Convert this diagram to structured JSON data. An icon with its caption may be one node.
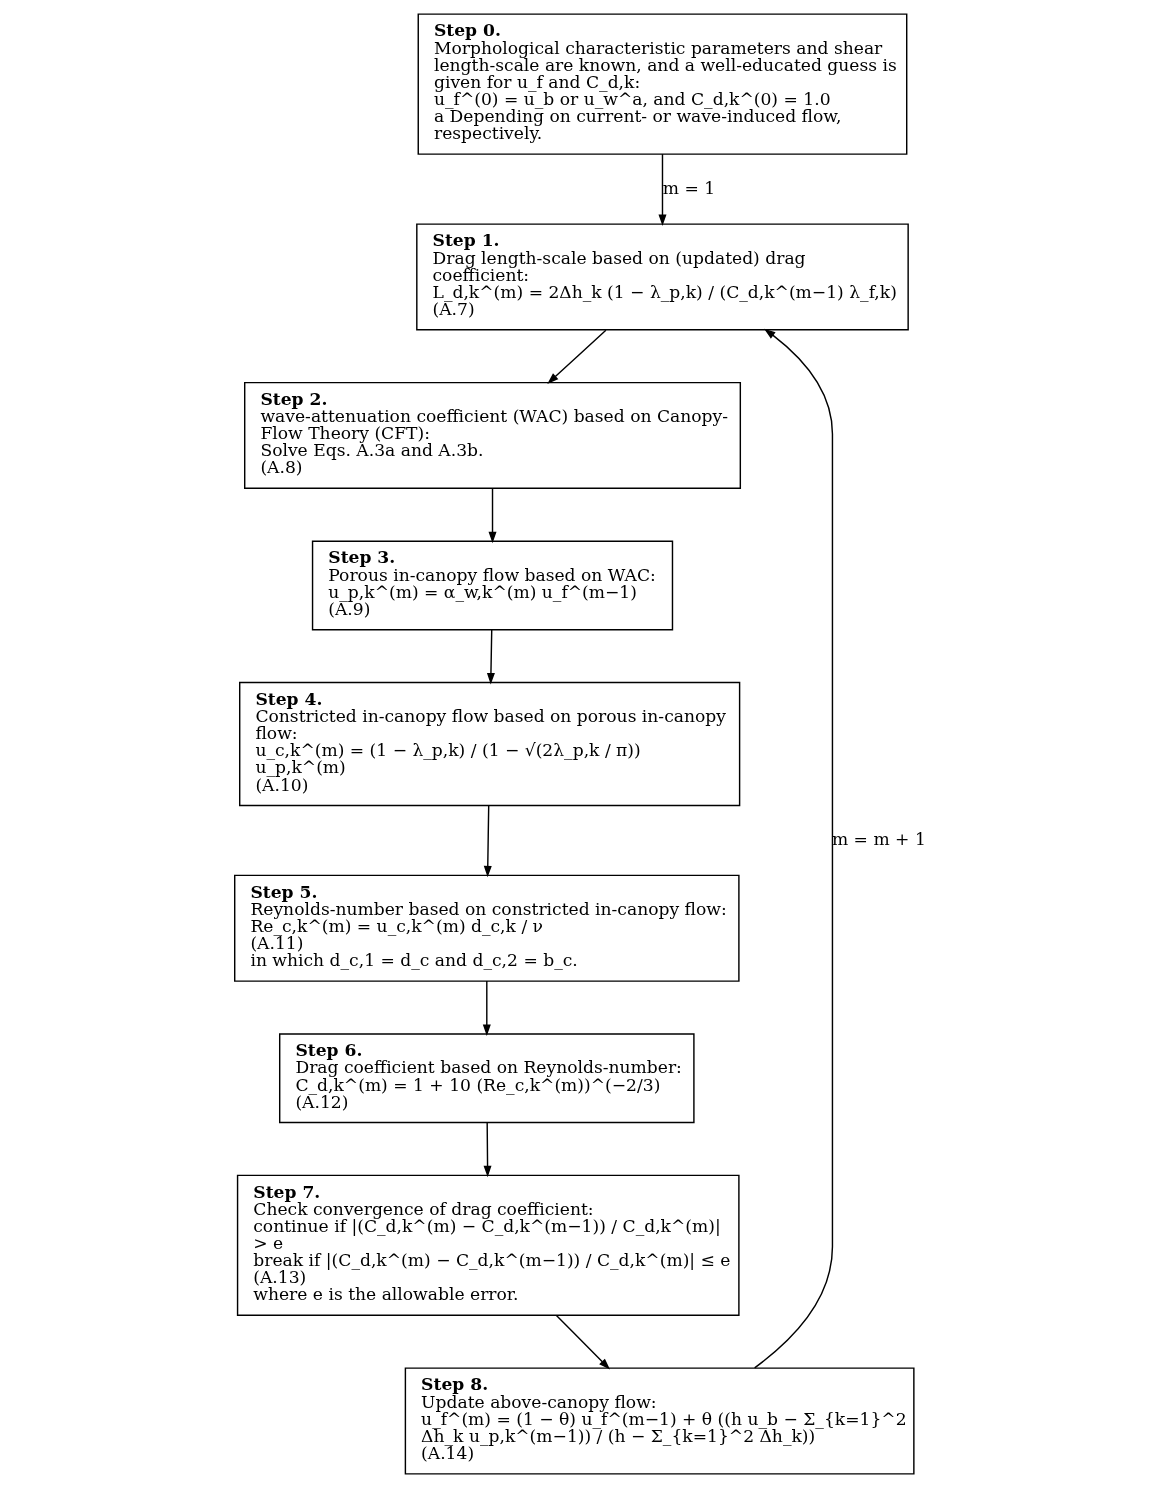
{
  "diagram": {
    "nodes": [
      {
        "text": [
          "Step 0.",
          "Morphological characteristic parameters and shear length-scale are known, and a well-educated guess is given for u_f and C_d,k:",
          "u_f^(0) = u_b or u_w^a, and C_d,k^(0) = 1.0",
          "a Depending on current- or wave-induced flow, respectively."
        ]
      },
      {
        "text": [
          "Step 1.",
          "Drag length-scale based on (updated) drag coefficient:",
          "L_d,k^(m) = 2Δh_k (1 − λ_p,k) / (C_d,k^(m−1) λ_f,k)",
          "(A.7)"
        ]
      },
      {
        "text": [
          "Step 2.",
          "wave-attenuation coefficient (WAC) based on Canopy-Flow Theory (CFT):",
          "Solve Eqs. A.3a and A.3b.",
          "(A.8)"
        ]
      },
      {
        "text": [
          "Step 3.",
          "Porous in-canopy flow based on WAC:",
          "u_p,k^(m) = α_w,k^(m) u_f^(m−1)",
          "(A.9)"
        ]
      },
      {
        "text": [
          "Step 4.",
          "Constricted in-canopy flow based on porous in-canopy flow:",
          "u_c,k^(m) = (1 − λ_p,k) / (1 − √(2λ_p,k / π)) u_p,k^(m)",
          "(A.10)"
        ]
      },
      {
        "text": [
          "Step 5.",
          "Reynolds-number based on constricted in-canopy flow:",
          "Re_c,k^(m) = u_c,k^(m) d_c,k / ν",
          "(A.11)",
          "in which d_c,1 = d_c and d_c,2 = b_c."
        ]
      },
      {
        "text": [
          "Step 6.",
          "Drag coefficient based on Reynolds-number:",
          "C_d,k^(m) = 1 + 10 (Re_c,k^(m))^(−2/3)",
          "(A.12)"
        ]
      },
      {
        "text": [
          "Step 7.",
          "Check convergence of drag coefficient:",
          "continue if |(C_d,k^(m) − C_d,k^(m−1)) / C_d,k^(m)| > e",
          "break if |(C_d,k^(m) − C_d,k^(m−1)) / C_d,k^(m)| ≤ e",
          "(A.13)",
          "where e is the allowable error."
        ]
      },
      {
        "text": [
          "Step 8.",
          "Update above-canopy flow:",
          "u_f^(m) = (1 − θ) u_f^(m−1) + θ ((h u_b − Σ_{k=1}^2 Δh_k u_p,k^(m−1)) / (h − Σ_{k=1}^2 Δh_k))",
          "(A.14)"
        ]
      }
    ],
    "edges": [
      {
        "from": 0,
        "to": 1,
        "arrow": "to",
        "label": "m = 1"
      },
      {
        "from": 1,
        "to": 2,
        "arrow": "to"
      },
      {
        "from": 2,
        "to": 3,
        "arrow": "to"
      },
      {
        "from": 3,
        "to": 4,
        "arrow": "to"
      },
      {
        "from": 4,
        "to": 5,
        "arrow": "to"
      },
      {
        "from": 5,
        "to": 6,
        "arrow": "to"
      },
      {
        "from": 6,
        "to": 7,
        "arrow": "to"
      },
      {
        "from": 7,
        "to": 8,
        "arrow": "to"
      },
      {
        "from": 8,
        "to": 1,
        "arrow": "to",
        "label": "m = m + 1"
      }
    ]
  }
}
